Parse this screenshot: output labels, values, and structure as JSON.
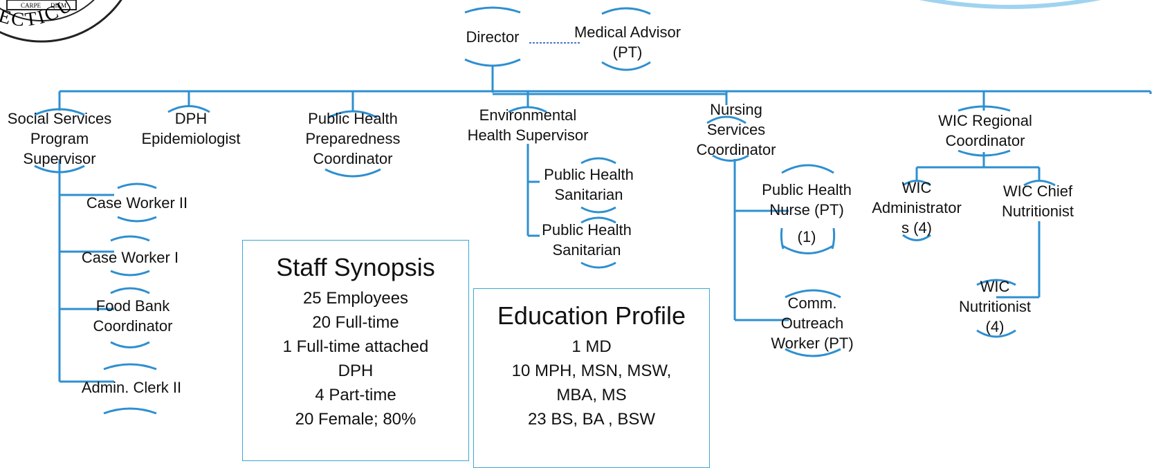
{
  "seal": {
    "ribbon_left": "CARPE",
    "ribbon_right": "DIEM",
    "arc_text": "ONNECTICU"
  },
  "nodes": {
    "director": [
      "Director"
    ],
    "medical_advisor": [
      "Medical Advisor",
      "(PT)"
    ],
    "social_services": [
      "Social Services",
      "Program",
      "Supervisor"
    ],
    "dph_epi": [
      "DPH",
      "Epidemiologist"
    ],
    "php_coord": [
      "Public Health",
      "Preparedness",
      "Coordinator"
    ],
    "env_health": [
      "Environmental",
      "Health Supervisor"
    ],
    "phs_1": [
      "Public Health",
      "Sanitarian"
    ],
    "phs_2": [
      "Public Health",
      "Sanitarian"
    ],
    "nursing": [
      "Nursing",
      "Services",
      "Coordinator"
    ],
    "ph_nurse": [
      "Public Health",
      "Nurse (PT)",
      "",
      "(1)"
    ],
    "comm_outreach": [
      "Comm.",
      "Outreach",
      "Worker (PT)"
    ],
    "wic_regional": [
      "WIC Regional",
      "Coordinator"
    ],
    "wic_admin": [
      "WIC",
      "Administrator",
      "s (4)"
    ],
    "wic_chief": [
      "WIC Chief",
      "Nutritionist"
    ],
    "wic_nutr": [
      "WIC",
      "Nutritionist",
      "(4)"
    ],
    "case_worker_2": [
      "Case Worker II"
    ],
    "case_worker_1": [
      "Case Worker I"
    ],
    "food_bank": [
      "Food Bank",
      "Coordinator"
    ],
    "admin_clerk": [
      "Admin. Clerk II"
    ]
  },
  "staff_synopsis": {
    "title": "Staff Synopsis",
    "lines": [
      "25 Employees",
      "20 Full-time",
      "1 Full-time attached",
      "DPH",
      "4 Part-time",
      "20 Female; 80%"
    ]
  },
  "education_profile": {
    "title": "Education Profile",
    "lines": [
      "1 MD",
      "10 MPH, MSN, MSW,",
      "MBA, MS",
      "23 BS, BA , BSW"
    ]
  },
  "colors": {
    "connector": "#2e8fd0",
    "box_border": "#3aa6d8",
    "dashed": "#4a78c8"
  }
}
